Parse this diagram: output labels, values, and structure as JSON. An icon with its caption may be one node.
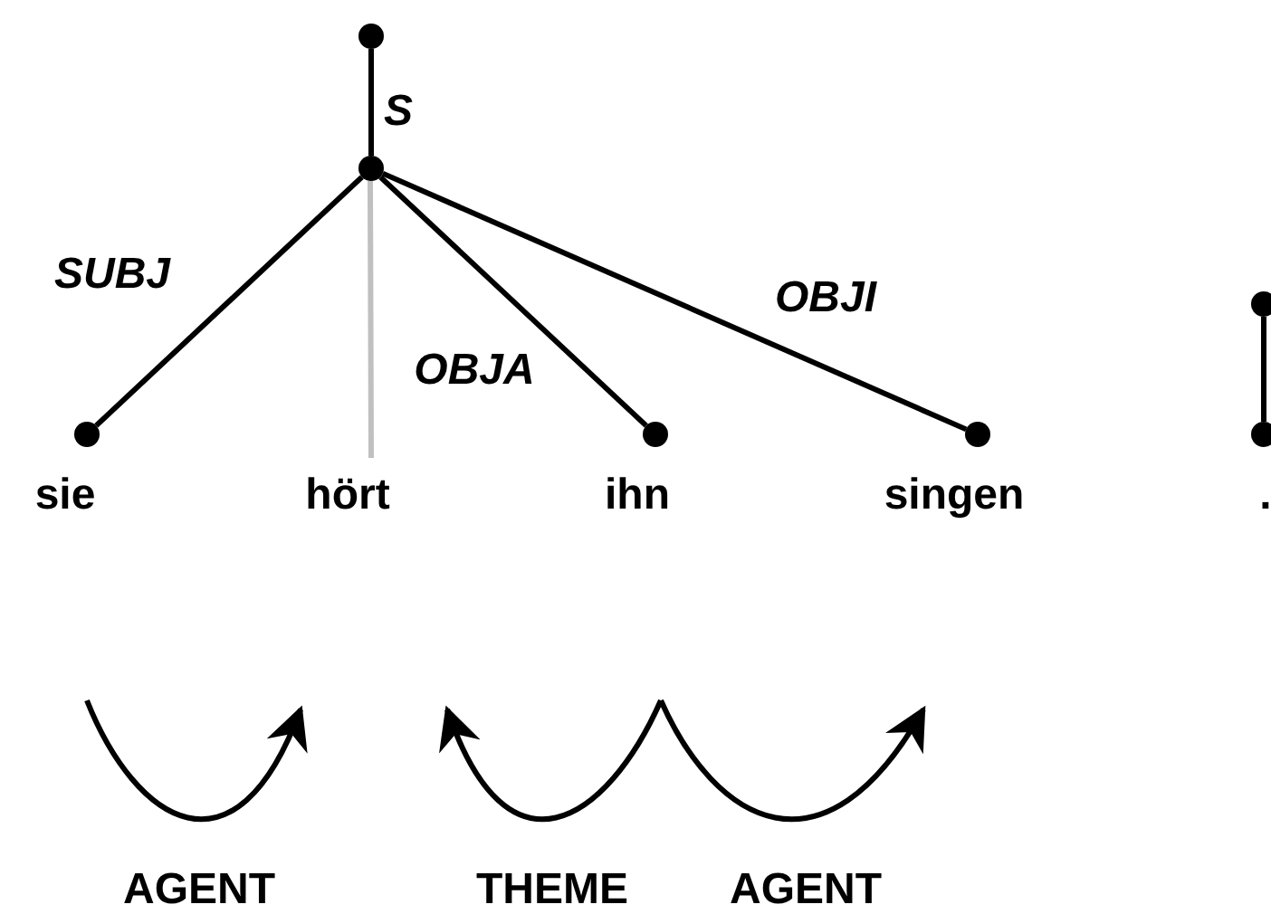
{
  "diagram": {
    "nodes": [
      {
        "text": [],
        "shape": "circle"
      },
      {
        "text": [],
        "shape": "circle"
      },
      {
        "text": [],
        "shape": "circle"
      },
      {
        "text": [
          "hört"
        ]
      },
      {
        "text": [],
        "shape": "circle"
      },
      {
        "text": [],
        "shape": "circle"
      },
      {
        "text": [],
        "shape": "circle"
      },
      {
        "text": [],
        "shape": "circle"
      }
    ],
    "edges": [
      {
        "from": 0,
        "to": 1,
        "arrow": "none",
        "label": "S"
      },
      {
        "from": 1,
        "to": 2,
        "arrow": "none",
        "label": "SUBJ"
      },
      {
        "from": 1,
        "to": 3,
        "arrow": "none",
        "color": "#c0c0c0"
      },
      {
        "from": 1,
        "to": 4,
        "arrow": "none",
        "label": "OBJA"
      },
      {
        "from": 1,
        "to": 5,
        "arrow": "none",
        "label": "OBJI"
      },
      {
        "from": 6,
        "to": 7,
        "arrow": "none"
      }
    ],
    "labels": [
      "sie",
      "ihn",
      "singen",
      ".",
      "AGENT",
      "THEME",
      "AGENT"
    ]
  }
}
